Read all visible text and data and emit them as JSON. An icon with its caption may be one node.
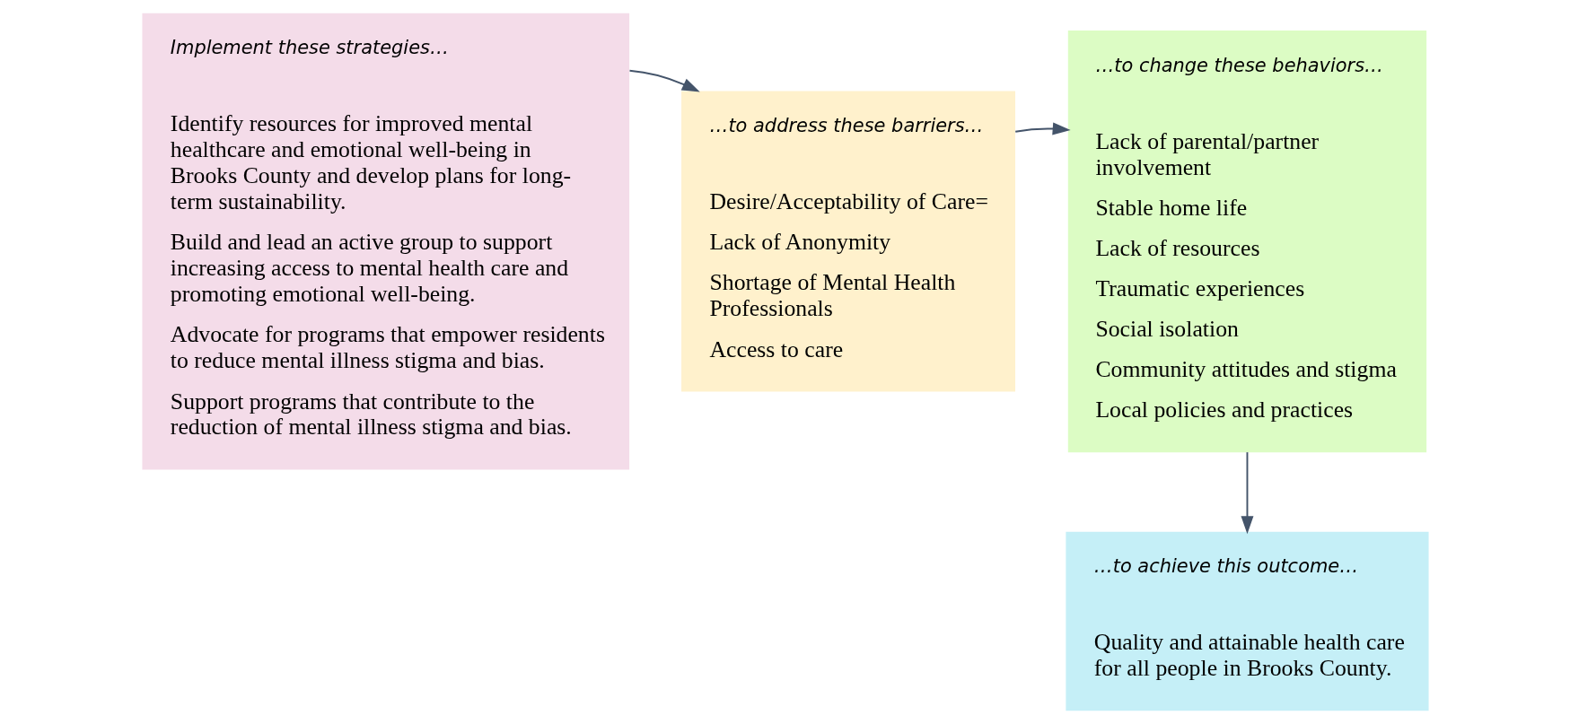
{
  "diagram": {
    "nodes": [
      {
        "text": [
          "Implement these strategies…",
          "Identify resources for improved mental healthcare and emotional well-being in Brooks County and develop plans for long-term sustainability.",
          "Build and lead an active group to support increasing access to mental health care and promoting emotional well-being.",
          "Advocate for programs that empower residents to reduce mental illness stigma and bias.",
          "Support programs that contribute to the reduction of mental illness stigma and bias."
        ]
      },
      {
        "text": [
          "…to address these barriers…",
          "Desire/Acceptability of Care=",
          "Lack of Anonymity",
          "Shortage of Mental Health Professionals",
          "Access to care"
        ]
      },
      {
        "text": [
          "…to change these behaviors…",
          "Lack of parental/partner involvement",
          "Stable home life",
          "Lack of resources",
          "Traumatic experiences",
          "Social isolation",
          "Community attitudes and stigma",
          "Local policies and practices"
        ]
      },
      {
        "text": [
          "…to achieve this outcome…",
          "Quality and attainable health care for all people in Brooks County."
        ]
      }
    ],
    "edges": [
      {
        "from": 0,
        "to": 1,
        "arrow": "to"
      },
      {
        "from": 1,
        "to": 2,
        "arrow": "to"
      },
      {
        "from": 2,
        "to": 3,
        "arrow": "to"
      }
    ]
  }
}
